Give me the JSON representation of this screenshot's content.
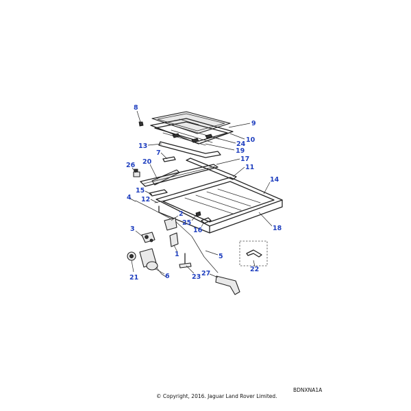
{
  "diagram": {
    "reference_code": "BDNXNA1A",
    "copyright": "© Copyright, 2016. Jaguar Land Rover Limited.",
    "callouts": [
      "1",
      "2",
      "3",
      "4",
      "5",
      "6",
      "7",
      "8",
      "9",
      "10",
      "11",
      "12",
      "13",
      "14",
      "15",
      "16",
      "17",
      "18",
      "19",
      "20",
      "21",
      "22",
      "23",
      "24",
      "25",
      "26",
      "27"
    ]
  }
}
